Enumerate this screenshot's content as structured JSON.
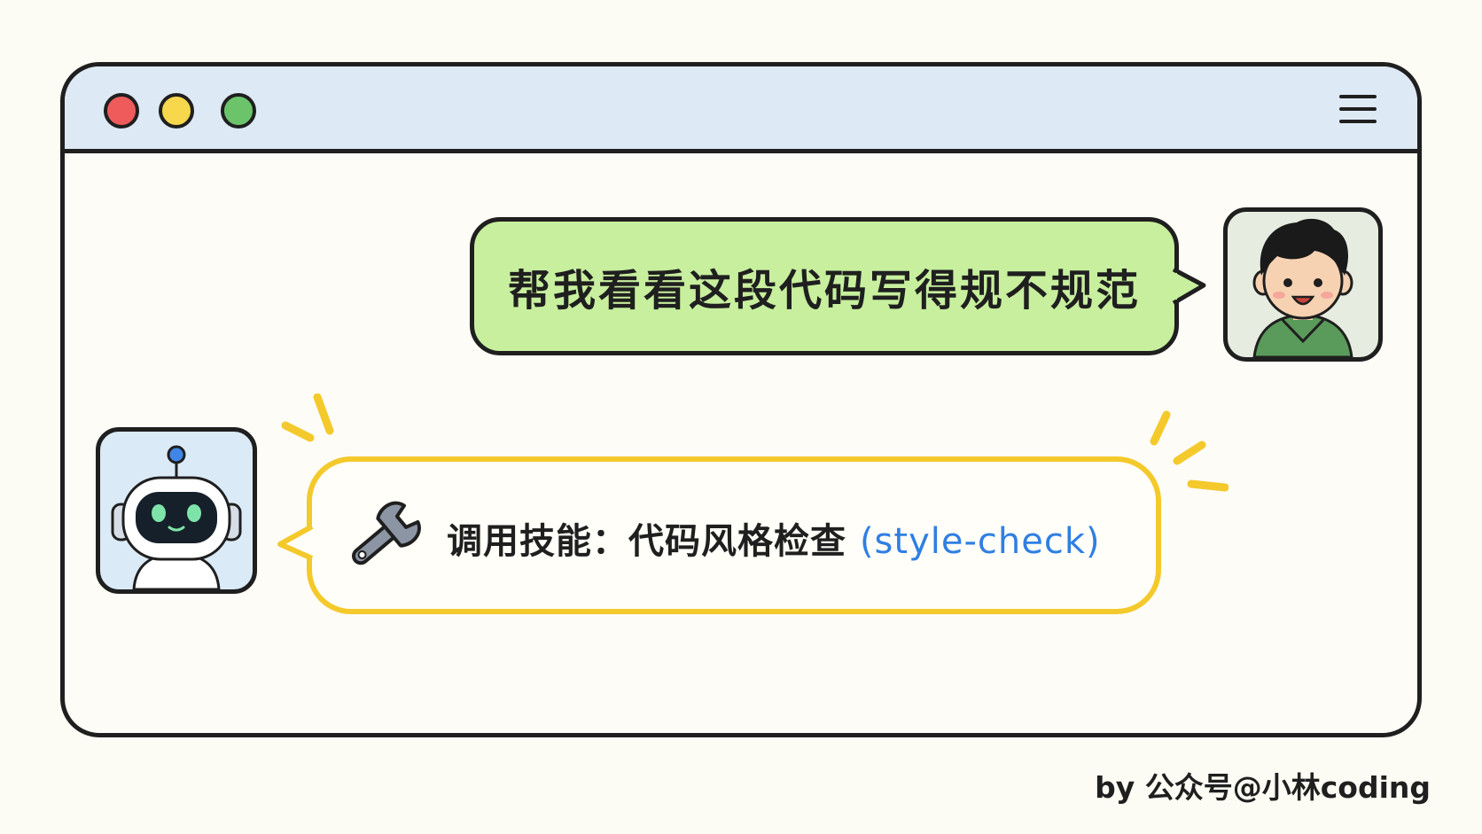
{
  "window": {
    "controls": [
      "close",
      "minimize",
      "maximize"
    ],
    "menu_icon": "hamburger-menu-icon"
  },
  "conversation": {
    "user_message": "帮我看看这段代码写得规不规范",
    "bot_message": {
      "icon": "wrench-icon",
      "label": "调用技能：代码风格检查",
      "code": "(style-check)"
    }
  },
  "credit": "by 公众号@小林coding",
  "colors": {
    "background": "#fcfbf4",
    "titlebar": "#dde9f4",
    "user_bubble": "#c7ef9e",
    "bot_bubble_border": "#f4c92b",
    "code_text": "#2f7fe3",
    "close_dot": "#ef5b5b",
    "minimize_dot": "#f7d74c",
    "maximize_dot": "#6cc46a"
  }
}
